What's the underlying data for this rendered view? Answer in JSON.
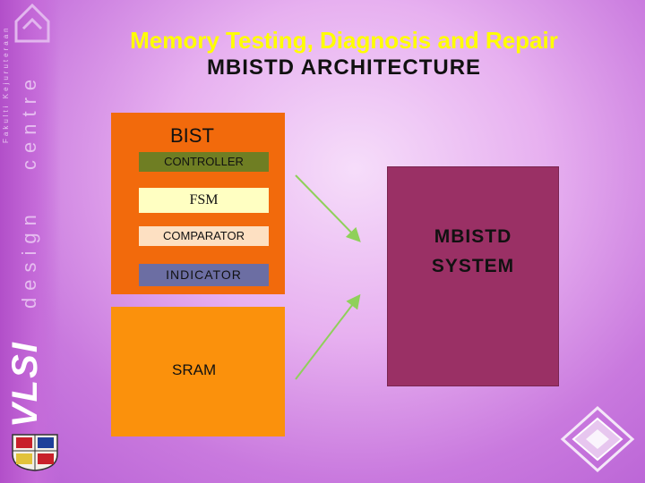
{
  "sidebar": {
    "small_text": "Fakulti Kejuruteraan",
    "word1": "centre",
    "word2": "design",
    "brand": "VLSI"
  },
  "title": {
    "line1": "Memory Testing, Diagnosis and Repair",
    "line2": "MBISTD ARCHITECTURE"
  },
  "diagram": {
    "bist_label": "BIST",
    "controller": "CONTROLLER",
    "fsm": "FSM",
    "comparator": "COMPARATOR",
    "indicator": "INDICATOR",
    "sram": "SRAM",
    "system_line1": "MBISTD",
    "system_line2": "SYSTEM"
  },
  "colors": {
    "title_yellow": "#ffff00",
    "bist_orange": "#f26a0c",
    "sram_orange": "#fb910c",
    "system_maroon": "#9a3065",
    "controller_olive": "#6f7e23",
    "indicator_blue": "#6c6ea3",
    "arrow_green": "#8fd05a"
  }
}
